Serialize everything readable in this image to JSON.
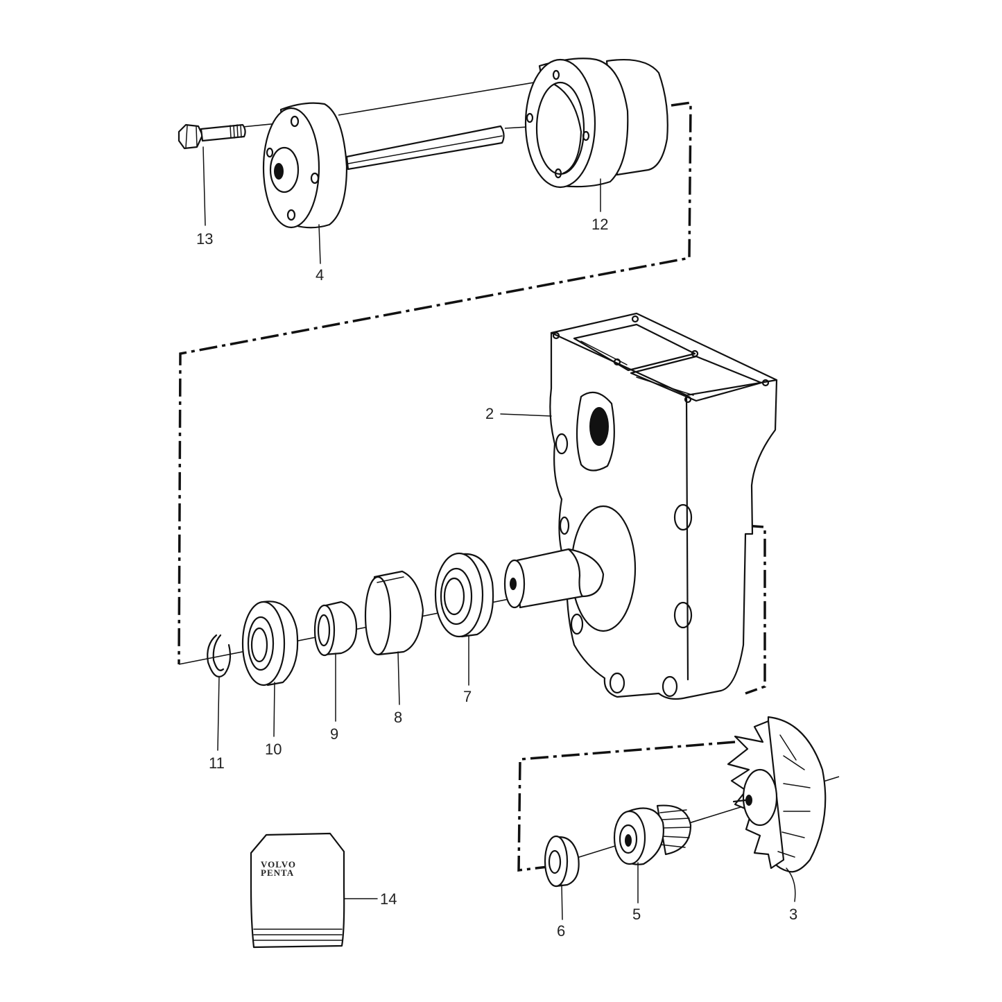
{
  "callouts": {
    "p2": "2",
    "p3": "3",
    "p4": "4",
    "p5": "5",
    "p6": "6",
    "p7": "7",
    "p8": "8",
    "p9": "9",
    "p10": "10",
    "p11": "11",
    "p12": "12",
    "p13": "13",
    "p14": "14"
  },
  "logo": {
    "line1": "VOLVO",
    "line2": "PENTA"
  },
  "colors": {
    "ink": "#111111",
    "paper": "#ffffff"
  }
}
